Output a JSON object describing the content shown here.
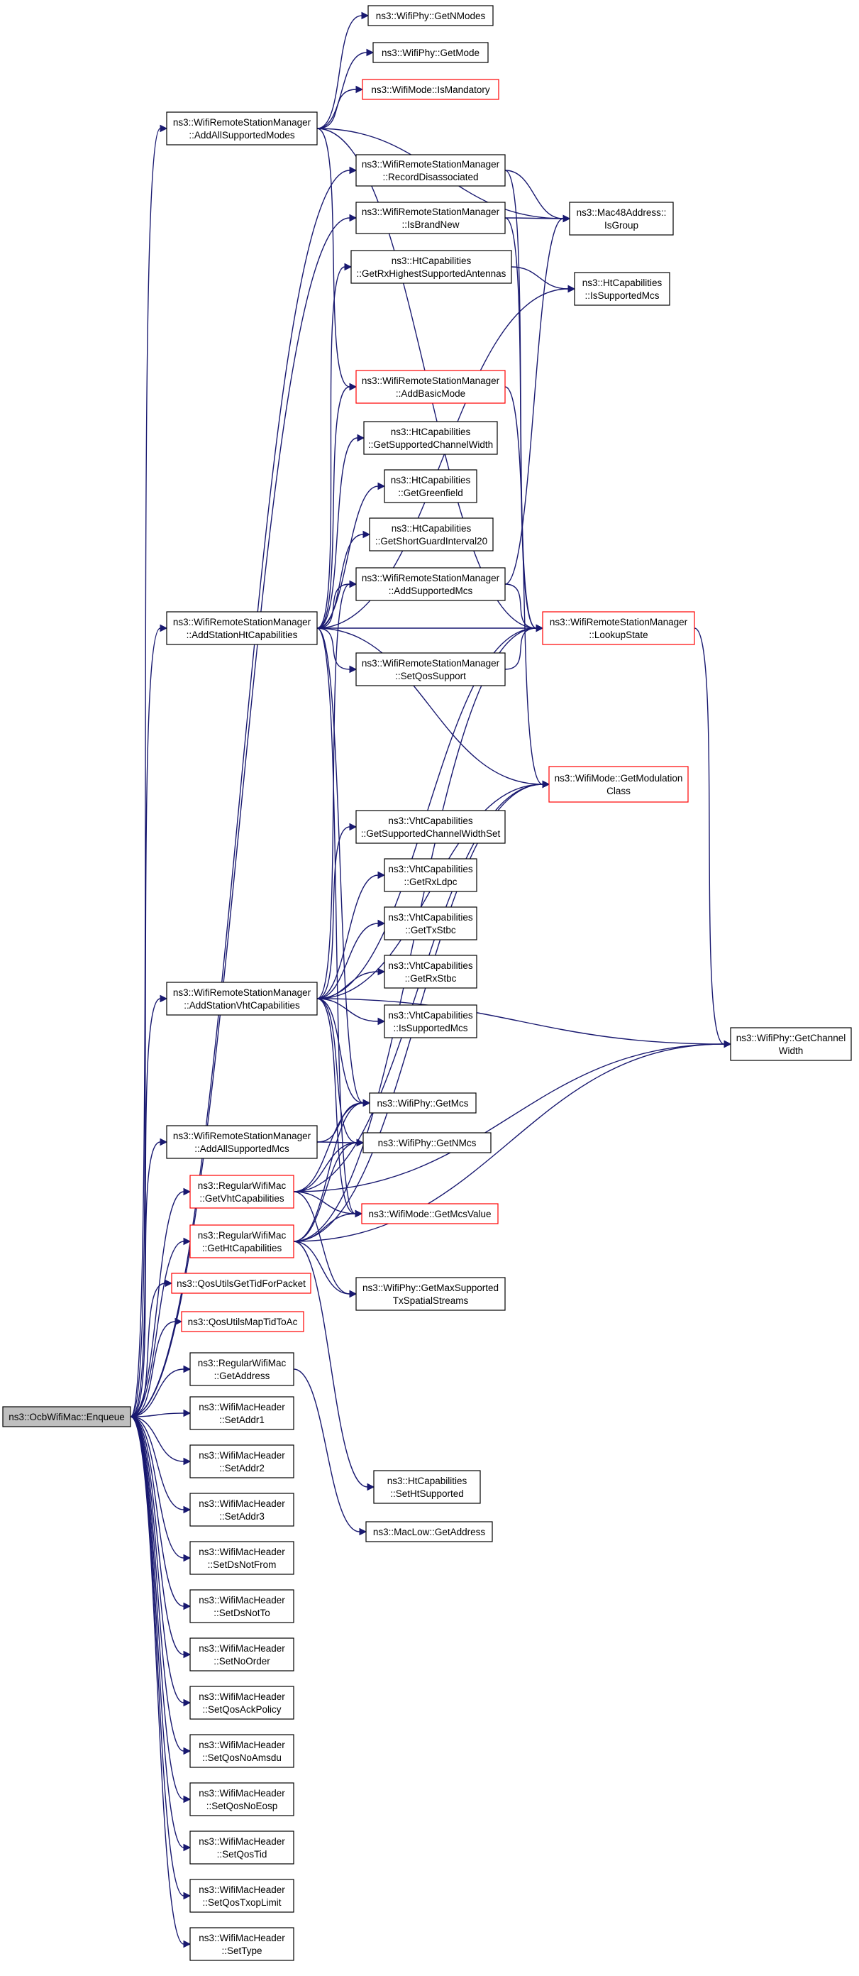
{
  "colors": {
    "edge": "#191970",
    "root_fill": "#bfbfbf",
    "red_border": "#ff0000",
    "black_border": "#000000"
  },
  "nodes": [
    {
      "id": "enqueue",
      "lines": [
        "ns3::OcbWifiMac::Enqueue"
      ],
      "style": "root"
    },
    {
      "id": "getNModes",
      "lines": [
        "ns3::WifiPhy::GetNModes"
      ],
      "style": "black"
    },
    {
      "id": "getMode",
      "lines": [
        "ns3::WifiPhy::GetMode"
      ],
      "style": "black"
    },
    {
      "id": "isMandatory",
      "lines": [
        "ns3::WifiMode::IsMandatory"
      ],
      "style": "red"
    },
    {
      "id": "addAllModes",
      "lines": [
        "ns3::WifiRemoteStationManager",
        "::AddAllSupportedModes"
      ],
      "style": "black"
    },
    {
      "id": "recordDisassoc",
      "lines": [
        "ns3::WifiRemoteStationManager",
        "::RecordDisassociated"
      ],
      "style": "black"
    },
    {
      "id": "isGroup",
      "lines": [
        "ns3::Mac48Address::",
        "IsGroup"
      ],
      "style": "black"
    },
    {
      "id": "isBrandNew",
      "lines": [
        "ns3::WifiRemoteStationManager",
        "::IsBrandNew"
      ],
      "style": "black"
    },
    {
      "id": "getRxAnt",
      "lines": [
        "ns3::HtCapabilities",
        "::GetRxHighestSupportedAntennas"
      ],
      "style": "black"
    },
    {
      "id": "htIsSupMcs",
      "lines": [
        "ns3::HtCapabilities",
        "::IsSupportedMcs"
      ],
      "style": "black"
    },
    {
      "id": "addBasicMode",
      "lines": [
        "ns3::WifiRemoteStationManager",
        "::AddBasicMode"
      ],
      "style": "red"
    },
    {
      "id": "htGetChW",
      "lines": [
        "ns3::HtCapabilities",
        "::GetSupportedChannelWidth"
      ],
      "style": "black"
    },
    {
      "id": "htGreen",
      "lines": [
        "ns3::HtCapabilities",
        "::GetGreenfield"
      ],
      "style": "black"
    },
    {
      "id": "htSgi",
      "lines": [
        "ns3::HtCapabilities",
        "::GetShortGuardInterval20"
      ],
      "style": "black"
    },
    {
      "id": "addSupMcs",
      "lines": [
        "ns3::WifiRemoteStationManager",
        "::AddSupportedMcs"
      ],
      "style": "black"
    },
    {
      "id": "addHtCap",
      "lines": [
        "ns3::WifiRemoteStationManager",
        "::AddStationHtCapabilities"
      ],
      "style": "black"
    },
    {
      "id": "lookupState",
      "lines": [
        "ns3::WifiRemoteStationManager",
        "::LookupState"
      ],
      "style": "red"
    },
    {
      "id": "setQos",
      "lines": [
        "ns3::WifiRemoteStationManager",
        "::SetQosSupport"
      ],
      "style": "black"
    },
    {
      "id": "getModClass",
      "lines": [
        "ns3::WifiMode::GetModulation",
        "Class"
      ],
      "style": "red"
    },
    {
      "id": "vhtChW",
      "lines": [
        "ns3::VhtCapabilities",
        "::GetSupportedChannelWidthSet"
      ],
      "style": "black"
    },
    {
      "id": "vhtRxLdpc",
      "lines": [
        "ns3::VhtCapabilities",
        "::GetRxLdpc"
      ],
      "style": "black"
    },
    {
      "id": "vhtTxStbc",
      "lines": [
        "ns3::VhtCapabilities",
        "::GetTxStbc"
      ],
      "style": "black"
    },
    {
      "id": "vhtRxStbc",
      "lines": [
        "ns3::VhtCapabilities",
        "::GetRxStbc"
      ],
      "style": "black"
    },
    {
      "id": "vhtIsSupMcs",
      "lines": [
        "ns3::VhtCapabilities",
        "::IsSupportedMcs"
      ],
      "style": "black"
    },
    {
      "id": "addVhtCap",
      "lines": [
        "ns3::WifiRemoteStationManager",
        "::AddStationVhtCapabilities"
      ],
      "style": "black"
    },
    {
      "id": "getChannelWidth",
      "lines": [
        "ns3::WifiPhy::GetChannel",
        "Width"
      ],
      "style": "black"
    },
    {
      "id": "getMcs",
      "lines": [
        "ns3::WifiPhy::GetMcs"
      ],
      "style": "black"
    },
    {
      "id": "addAllMcs",
      "lines": [
        "ns3::WifiRemoteStationManager",
        "::AddAllSupportedMcs"
      ],
      "style": "black"
    },
    {
      "id": "getNMcs",
      "lines": [
        "ns3::WifiPhy::GetNMcs"
      ],
      "style": "black"
    },
    {
      "id": "getVhtCap",
      "lines": [
        "ns3::RegularWifiMac",
        "::GetVhtCapabilities"
      ],
      "style": "red"
    },
    {
      "id": "getMcsValue",
      "lines": [
        "ns3::WifiMode::GetMcsValue"
      ],
      "style": "red"
    },
    {
      "id": "getHtCap",
      "lines": [
        "ns3::RegularWifiMac",
        "::GetHtCapabilities"
      ],
      "style": "red"
    },
    {
      "id": "getMaxSS",
      "lines": [
        "ns3::WifiPhy::GetMaxSupported",
        "TxSpatialStreams"
      ],
      "style": "black"
    },
    {
      "id": "qosTid",
      "lines": [
        "ns3::QosUtilsGetTidForPacket"
      ],
      "style": "red"
    },
    {
      "id": "qosMap",
      "lines": [
        "ns3::QosUtilsMapTidToAc"
      ],
      "style": "red"
    },
    {
      "id": "regGetAddr",
      "lines": [
        "ns3::RegularWifiMac",
        "::GetAddress"
      ],
      "style": "black"
    },
    {
      "id": "setAddr1",
      "lines": [
        "ns3::WifiMacHeader",
        "::SetAddr1"
      ],
      "style": "black"
    },
    {
      "id": "setAddr2",
      "lines": [
        "ns3::WifiMacHeader",
        "::SetAddr2"
      ],
      "style": "black"
    },
    {
      "id": "htSetSup",
      "lines": [
        "ns3::HtCapabilities",
        "::SetHtSupported"
      ],
      "style": "black"
    },
    {
      "id": "setAddr3",
      "lines": [
        "ns3::WifiMacHeader",
        "::SetAddr3"
      ],
      "style": "black"
    },
    {
      "id": "macLowAddr",
      "lines": [
        "ns3::MacLow::GetAddress"
      ],
      "style": "black"
    },
    {
      "id": "setDsNotFrom",
      "lines": [
        "ns3::WifiMacHeader",
        "::SetDsNotFrom"
      ],
      "style": "black"
    },
    {
      "id": "setDsNotTo",
      "lines": [
        "ns3::WifiMacHeader",
        "::SetDsNotTo"
      ],
      "style": "black"
    },
    {
      "id": "setNoOrder",
      "lines": [
        "ns3::WifiMacHeader",
        "::SetNoOrder"
      ],
      "style": "black"
    },
    {
      "id": "setQosAck",
      "lines": [
        "ns3::WifiMacHeader",
        "::SetQosAckPolicy"
      ],
      "style": "black"
    },
    {
      "id": "setQosNoAmsdu",
      "lines": [
        "ns3::WifiMacHeader",
        "::SetQosNoAmsdu"
      ],
      "style": "black"
    },
    {
      "id": "setQosNoEosp",
      "lines": [
        "ns3::WifiMacHeader",
        "::SetQosNoEosp"
      ],
      "style": "black"
    },
    {
      "id": "setQosTid",
      "lines": [
        "ns3::WifiMacHeader",
        "::SetQosTid"
      ],
      "style": "black"
    },
    {
      "id": "setQosTxop",
      "lines": [
        "ns3::WifiMacHeader",
        "::SetQosTxopLimit"
      ],
      "style": "black"
    },
    {
      "id": "setType",
      "lines": [
        "ns3::WifiMacHeader",
        "::SetType"
      ],
      "style": "black"
    }
  ],
  "edges": [
    [
      "enqueue",
      "addAllModes"
    ],
    [
      "enqueue",
      "recordDisassoc"
    ],
    [
      "enqueue",
      "isBrandNew"
    ],
    [
      "enqueue",
      "addHtCap"
    ],
    [
      "enqueue",
      "addVhtCap"
    ],
    [
      "enqueue",
      "addAllMcs"
    ],
    [
      "enqueue",
      "getVhtCap"
    ],
    [
      "enqueue",
      "getHtCap"
    ],
    [
      "enqueue",
      "qosTid"
    ],
    [
      "enqueue",
      "qosMap"
    ],
    [
      "enqueue",
      "regGetAddr"
    ],
    [
      "enqueue",
      "setAddr1"
    ],
    [
      "enqueue",
      "setAddr2"
    ],
    [
      "enqueue",
      "setAddr3"
    ],
    [
      "enqueue",
      "setDsNotFrom"
    ],
    [
      "enqueue",
      "setDsNotTo"
    ],
    [
      "enqueue",
      "setNoOrder"
    ],
    [
      "enqueue",
      "setQosAck"
    ],
    [
      "enqueue",
      "setQosNoAmsdu"
    ],
    [
      "enqueue",
      "setQosNoEosp"
    ],
    [
      "enqueue",
      "setQosTid"
    ],
    [
      "enqueue",
      "setQosTxop"
    ],
    [
      "enqueue",
      "setType"
    ],
    [
      "addAllModes",
      "getNModes"
    ],
    [
      "addAllModes",
      "getMode"
    ],
    [
      "addAllModes",
      "isMandatory"
    ],
    [
      "addAllModes",
      "isGroup"
    ],
    [
      "addAllModes",
      "addBasicMode"
    ],
    [
      "addAllModes",
      "lookupState"
    ],
    [
      "recordDisassoc",
      "isGroup"
    ],
    [
      "recordDisassoc",
      "lookupState"
    ],
    [
      "isBrandNew",
      "isGroup"
    ],
    [
      "isBrandNew",
      "lookupState"
    ],
    [
      "getRxAnt",
      "htIsSupMcs"
    ],
    [
      "addBasicMode",
      "getModClass"
    ],
    [
      "addHtCap",
      "getRxAnt"
    ],
    [
      "addHtCap",
      "htIsSupMcs"
    ],
    [
      "addHtCap",
      "addBasicMode"
    ],
    [
      "addHtCap",
      "htGetChW"
    ],
    [
      "addHtCap",
      "htGreen"
    ],
    [
      "addHtCap",
      "htSgi"
    ],
    [
      "addHtCap",
      "addSupMcs"
    ],
    [
      "addHtCap",
      "lookupState"
    ],
    [
      "addHtCap",
      "setQos"
    ],
    [
      "addHtCap",
      "getModClass"
    ],
    [
      "addHtCap",
      "getMcs"
    ],
    [
      "addHtCap",
      "getMcsValue"
    ],
    [
      "addSupMcs",
      "isGroup"
    ],
    [
      "addSupMcs",
      "lookupState"
    ],
    [
      "setQos",
      "lookupState"
    ],
    [
      "lookupState",
      "getChannelWidth"
    ],
    [
      "addVhtCap",
      "addSupMcs"
    ],
    [
      "addVhtCap",
      "getModClass"
    ],
    [
      "addVhtCap",
      "vhtChW"
    ],
    [
      "addVhtCap",
      "vhtRxLdpc"
    ],
    [
      "addVhtCap",
      "vhtTxStbc"
    ],
    [
      "addVhtCap",
      "vhtRxStbc"
    ],
    [
      "addVhtCap",
      "vhtIsSupMcs"
    ],
    [
      "addVhtCap",
      "getChannelWidth"
    ],
    [
      "addVhtCap",
      "getMcs"
    ],
    [
      "addVhtCap",
      "getNMcs"
    ],
    [
      "addVhtCap",
      "getMcsValue"
    ],
    [
      "addVhtCap",
      "lookupState"
    ],
    [
      "addAllMcs",
      "getMcs"
    ],
    [
      "addAllMcs",
      "getNMcs"
    ],
    [
      "getVhtCap",
      "getMcs"
    ],
    [
      "getVhtCap",
      "getNMcs"
    ],
    [
      "getVhtCap",
      "getMcsValue"
    ],
    [
      "getVhtCap",
      "getMaxSS"
    ],
    [
      "getVhtCap",
      "getChannelWidth"
    ],
    [
      "getVhtCap",
      "getModClass"
    ],
    [
      "getHtCap",
      "getMcs"
    ],
    [
      "getHtCap",
      "getNMcs"
    ],
    [
      "getHtCap",
      "getMcsValue"
    ],
    [
      "getHtCap",
      "getMaxSS"
    ],
    [
      "getHtCap",
      "getChannelWidth"
    ],
    [
      "getHtCap",
      "getModClass"
    ],
    [
      "getHtCap",
      "lookupState"
    ],
    [
      "getHtCap",
      "htSetSup"
    ],
    [
      "regGetAddr",
      "macLowAddr"
    ]
  ]
}
